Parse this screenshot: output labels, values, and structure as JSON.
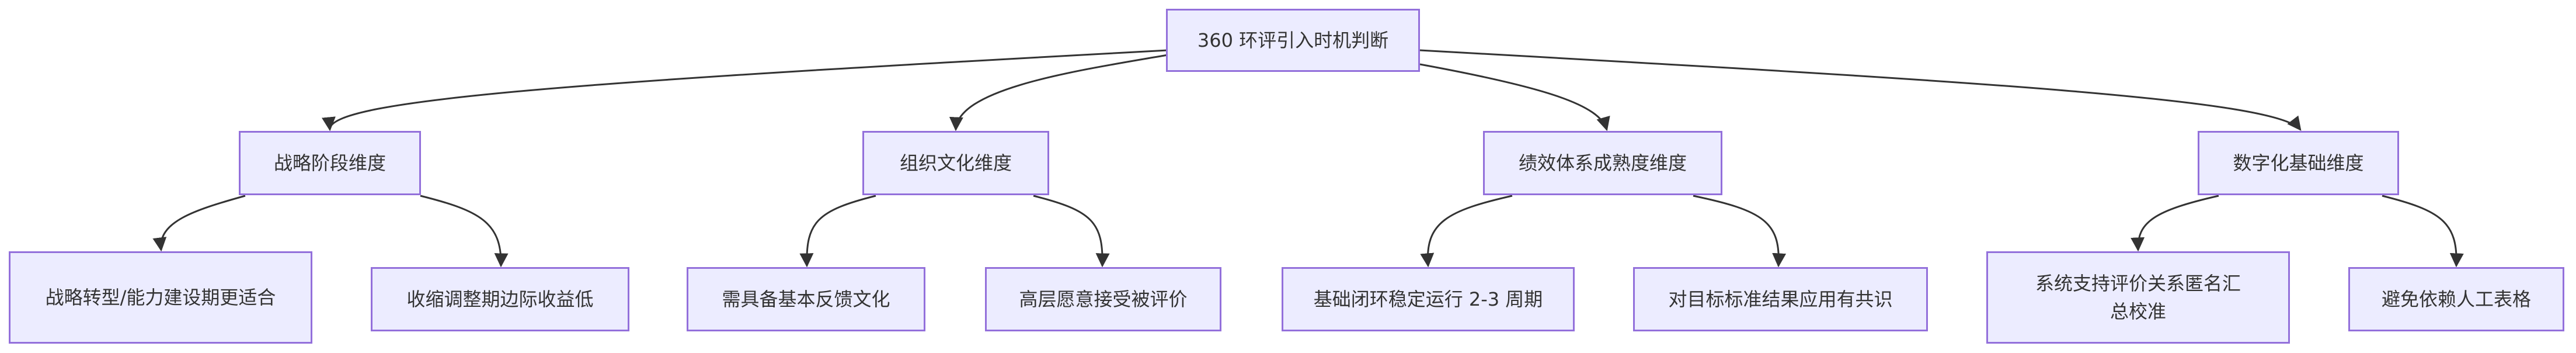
{
  "diagram": {
    "root": {
      "label": "360 环评引入时机判断"
    },
    "branches": [
      {
        "label": "战略阶段维度"
      },
      {
        "label": "组织文化维度"
      },
      {
        "label": "绩效体系成熟度维度"
      },
      {
        "label": "数字化基础维度"
      }
    ],
    "leaves": [
      {
        "label": "战略转型/能力建设期更适合"
      },
      {
        "label": "收缩调整期边际收益低"
      },
      {
        "label": "需具备基本反馈文化"
      },
      {
        "label": "高层愿意接受被评价"
      },
      {
        "label": "基础闭环稳定运行 2-3 周期"
      },
      {
        "label": "对目标标准结果应用有共识"
      },
      {
        "label": "系统支持评价关系匿名汇总校准"
      },
      {
        "label": "避免依赖人工表格"
      }
    ]
  },
  "colors": {
    "node_fill": "#ECECFF",
    "node_border": "#9370DB",
    "edge": "#333333",
    "text": "#333333"
  }
}
